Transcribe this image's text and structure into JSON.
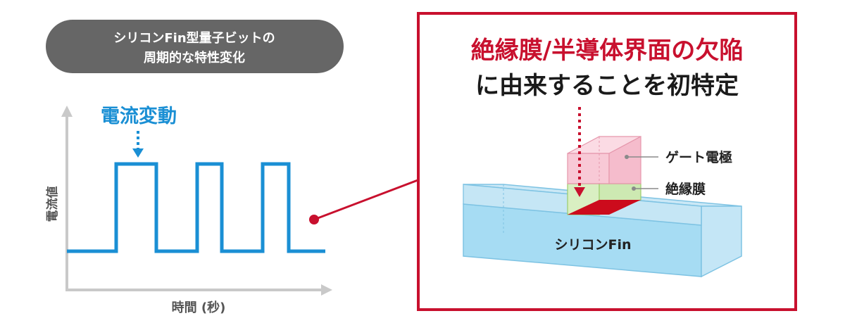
{
  "left_panel": {
    "pill_title_line1": "シリコンFin型量子ビットの",
    "pill_title_line2": "周期的な特性変化",
    "annotation": "電流変動",
    "y_axis_label": "電流値",
    "x_axis_label": "時間 (秒)"
  },
  "right_panel": {
    "headline_line1": "絶縁膜/半導体界面の欠陥",
    "headline_line2": "に由来することを初特定",
    "label_gate": "ゲート電極",
    "label_insulator": "絶縁膜",
    "label_fin": "シリコンFin"
  },
  "colors": {
    "accent_red": "#c8102e",
    "signal_blue": "#1a8fd4",
    "pill_gray": "#666666",
    "fin_fill": "#d6eef9",
    "fin_stroke": "#7ec3e3",
    "gate_fill": "#f8c9d6",
    "insulator_fill": "#d9efc2",
    "defect_red": "#cc0b1c"
  }
}
